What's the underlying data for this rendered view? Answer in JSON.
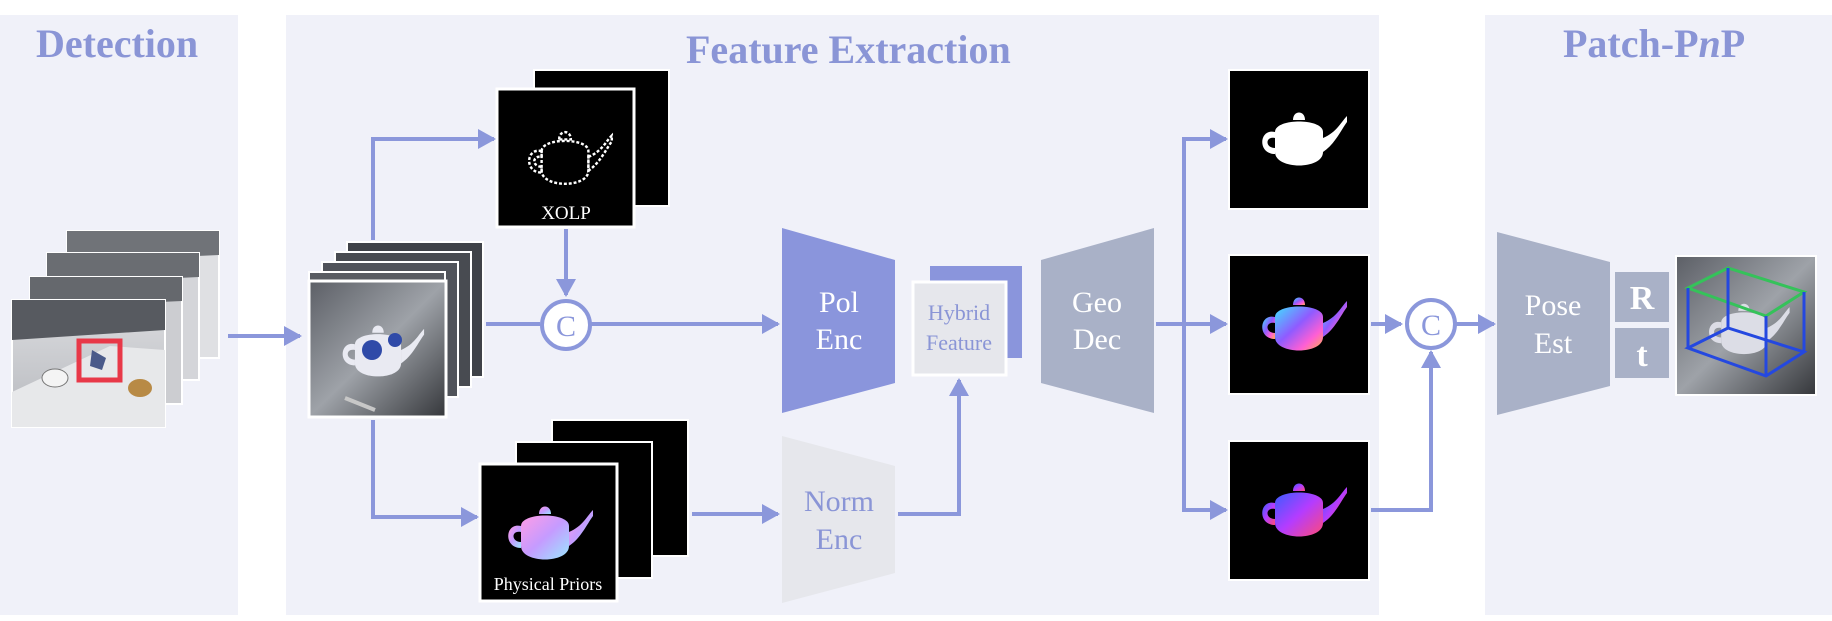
{
  "stages": {
    "detection": "Detection",
    "feature_extraction": "Feature Extraction",
    "patch_pnp_prefix": "Patch-P",
    "patch_pnp_italic": "n",
    "patch_pnp_suffix": "P"
  },
  "images": {
    "xolp": "XOLP",
    "physical_priors": "Physical Priors"
  },
  "modules": {
    "pol_enc_line1": "Pol",
    "pol_enc_line2": "Enc",
    "norm_enc_line1": "Norm",
    "norm_enc_line2": "Enc",
    "hybrid_line1": "Hybrid",
    "hybrid_line2": "Feature",
    "geo_dec_line1": "Geo",
    "geo_dec_line2": "Dec",
    "pose_est_line1": "Pose",
    "pose_est_line2": "Est",
    "rotation": "R",
    "translation": "t",
    "concat_1": "C",
    "concat_2": "C"
  },
  "colors": {
    "panel": "#f0f1f9",
    "accent": "#8a95d6",
    "arrow": "#8b97db",
    "gray_module": "#a9b1c7",
    "light_module": "#e6e7ec",
    "box_red": "#e83848",
    "box_green": "#35c25a",
    "box_blue": "#2448e0"
  }
}
